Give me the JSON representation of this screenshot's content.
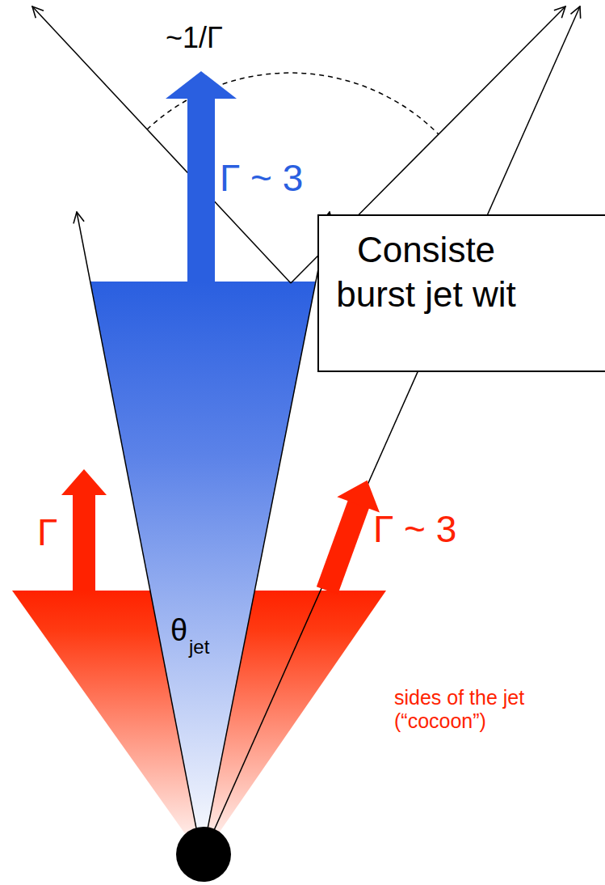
{
  "diagram": {
    "nodes": [
      {
        "text": [
          "Consiste burst jet wit"
        ]
      }
    ],
    "labels": [
      "~1/Γ",
      "Γ ~ 3",
      "Γ",
      "Γ ~ 3",
      "θ",
      "jet",
      "sides of the jet (“cocoon”)"
    ]
  }
}
